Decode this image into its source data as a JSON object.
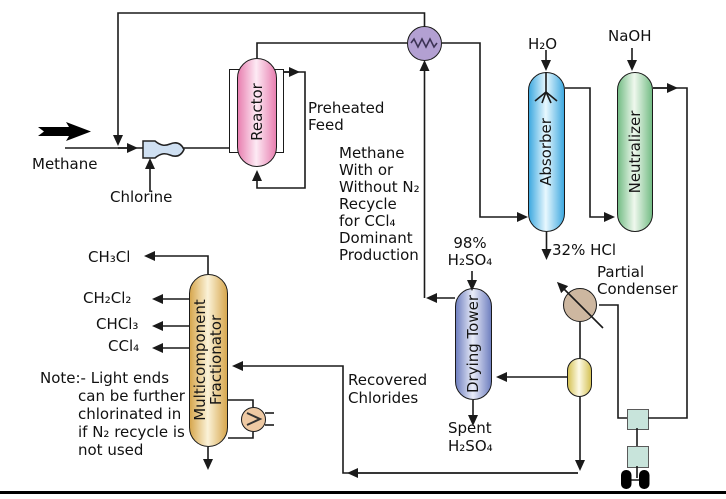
{
  "labels": {
    "methane": "Methane",
    "chlorine": "Chlorine",
    "preheated_feed": "Preheated\nFeed",
    "center_note": "Methane\nWith or\nWithout N₂\nRecycle\nfor CCl₄\nDominant\nProduction",
    "h2o": "H₂O",
    "naoh": "NaOH",
    "hcl_out": "32% HCl",
    "acid_in": "98%\nH₂SO₄",
    "spent_acid": "Spent\nH₂SO₄",
    "partial_condenser": "Partial\nCondenser",
    "recovered_chlorides": "Recovered\nChlorides",
    "note": "Note:- Light ends\ncan be further\nchlorinated in\nif N₂ recycle is\nnot used"
  },
  "equipment": {
    "reactor": "Reactor",
    "absorber": "Absorber",
    "neutralizer": "Neutralizer",
    "drying_tower": "Drying Tower",
    "fractionator": "Multicomponent\nFractionator"
  },
  "products": [
    {
      "label": "CH₃Cl"
    },
    {
      "label": "CH₂Cl₂"
    },
    {
      "label": "CHCl₃"
    },
    {
      "label": "CCl₄"
    }
  ],
  "colors": {
    "reactor": "#e87fb0",
    "absorber": "#3fa9e0",
    "neutralizer": "#75bd86",
    "drying": "#7080c0",
    "fractionator": "#d7a74e",
    "drum": "#d5c255",
    "hx": "#b3a0d2",
    "condenser": "#cdb7a0",
    "reboiler": "#eec9a3",
    "square": "#c8e4db",
    "mixer": "#cfe0f2",
    "line": "#1a1a1a"
  }
}
